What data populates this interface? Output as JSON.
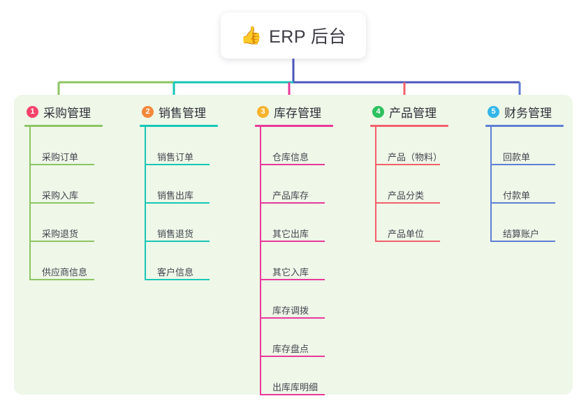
{
  "title": {
    "emoji": "👍",
    "emoji_name": "thumbs-up-icon",
    "text": "ERP 后台"
  },
  "colors": {
    "panel_background": "#eef7e8",
    "page_background": "#ffffff",
    "root_connector": "#4a55bb",
    "title_text": "#3b3b44",
    "item_text": "#45454f"
  },
  "columns": [
    {
      "number": "1",
      "title": "采购管理",
      "badge_color": "#f4436a",
      "line_color": "#8cc563",
      "items": [
        "采购订单",
        "采购入库",
        "采购退货",
        "供应商信息"
      ]
    },
    {
      "number": "2",
      "title": "销售管理",
      "badge_color": "#f5883a",
      "line_color": "#16c7b6",
      "items": [
        "销售订单",
        "销售出库",
        "销售退货",
        "客户信息"
      ]
    },
    {
      "number": "3",
      "title": "库存管理",
      "badge_color": "#f7b32c",
      "line_color": "#e8399a",
      "items": [
        "仓库信息",
        "产品库存",
        "其它出库",
        "其它入库",
        "库存调拨",
        "库存盘点",
        "出库库明细"
      ]
    },
    {
      "number": "4",
      "title": "产品管理",
      "badge_color": "#2cc15e",
      "line_color": "#f2606a",
      "items": [
        "产品（物料）",
        "产品分类",
        "产品单位"
      ]
    },
    {
      "number": "5",
      "title": "财务管理",
      "badge_color": "#32b6e8",
      "line_color": "#5f7fd4",
      "items": [
        "回款单",
        "付款单",
        "结算账户"
      ]
    }
  ]
}
